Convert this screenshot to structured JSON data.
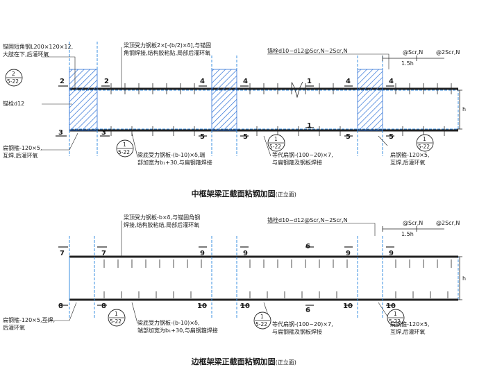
{
  "top": {
    "title": "中框架梁正截面粘钢加固",
    "title_note": "(正立面)",
    "notes": {
      "anchor_angle": "锚固短角钢L200×120×12,\n大肢在下,后灌环氧",
      "top_plate": "梁顶受力钢板2×[-(b/2)×δ],与锚固\n角钢焊接,结构胶粘贴,局部后灌环氧",
      "anchor_bolt": "锚栓d12",
      "bolt_spacing": "锚栓d10~d12@Scr,N~2Scr,N",
      "flat_hoop": "扁钢箍-120×5,\n互焊,后灌环氧",
      "bottom_plate": "梁底受力钢板-(b-10)×δ,端\n部加宽为b₁+30,与扁钢箍焊接",
      "equiv_hoop": "等代扁钢-(100~20)×7,\n与扁钢箍及钢板焊接",
      "flat_hoop_r": "扁钢箍-120×5,\n互焊,后灌环氧",
      "dim_a": "@Scr,N",
      "dim_b": "@2Scr,N",
      "dim_len": "1.5h",
      "dim_h": "h"
    },
    "detail_refs": [
      {
        "num": "2",
        "page": "5-22"
      },
      {
        "num": "1",
        "page": "5-22"
      },
      {
        "num": "1",
        "page": "5-22"
      },
      {
        "num": "1",
        "page": "5-22"
      }
    ],
    "sections": [
      "2",
      "2",
      "3",
      "3",
      "4",
      "4",
      "5",
      "5",
      "1",
      "1",
      "4",
      "4",
      "5",
      "5"
    ]
  },
  "bottom": {
    "title": "边框架梁正截面粘钢加固",
    "title_note": "(正立面)",
    "notes": {
      "top_plate": "梁顶受力钢板-b×δ,与锚固角钢\n焊接,结构胶粘结,局部后灌环氧",
      "bolt_spacing": "锚栓d10~d12@Scr,N~2Scr,N",
      "flat_hoop": "扁钢箍-120×5,互焊,\n后灌环氧",
      "bottom_plate": "梁底受力钢板-(b-10)×δ,\n端部加宽为b₁+30,与扁钢箍焊接",
      "equiv_hoop": "等代扁钢-(100~20)×7,\n与扁钢箍及钢板焊接",
      "flat_hoop_r": "扁钢箍-120×5,\n互焊,后灌环氧",
      "dim_a": "@Scr,N",
      "dim_b": "@2Scr,N",
      "dim_len": "1.5h",
      "dim_h": "h"
    },
    "detail_refs": [
      {
        "num": "1",
        "page": "5-22"
      },
      {
        "num": "1",
        "page": "5-22"
      },
      {
        "num": "1",
        "page": "5-22"
      }
    ],
    "sections": [
      "7",
      "7",
      "8",
      "8",
      "9",
      "9",
      "10",
      "10",
      "6",
      "6",
      "9",
      "9",
      "10",
      "10"
    ]
  }
}
